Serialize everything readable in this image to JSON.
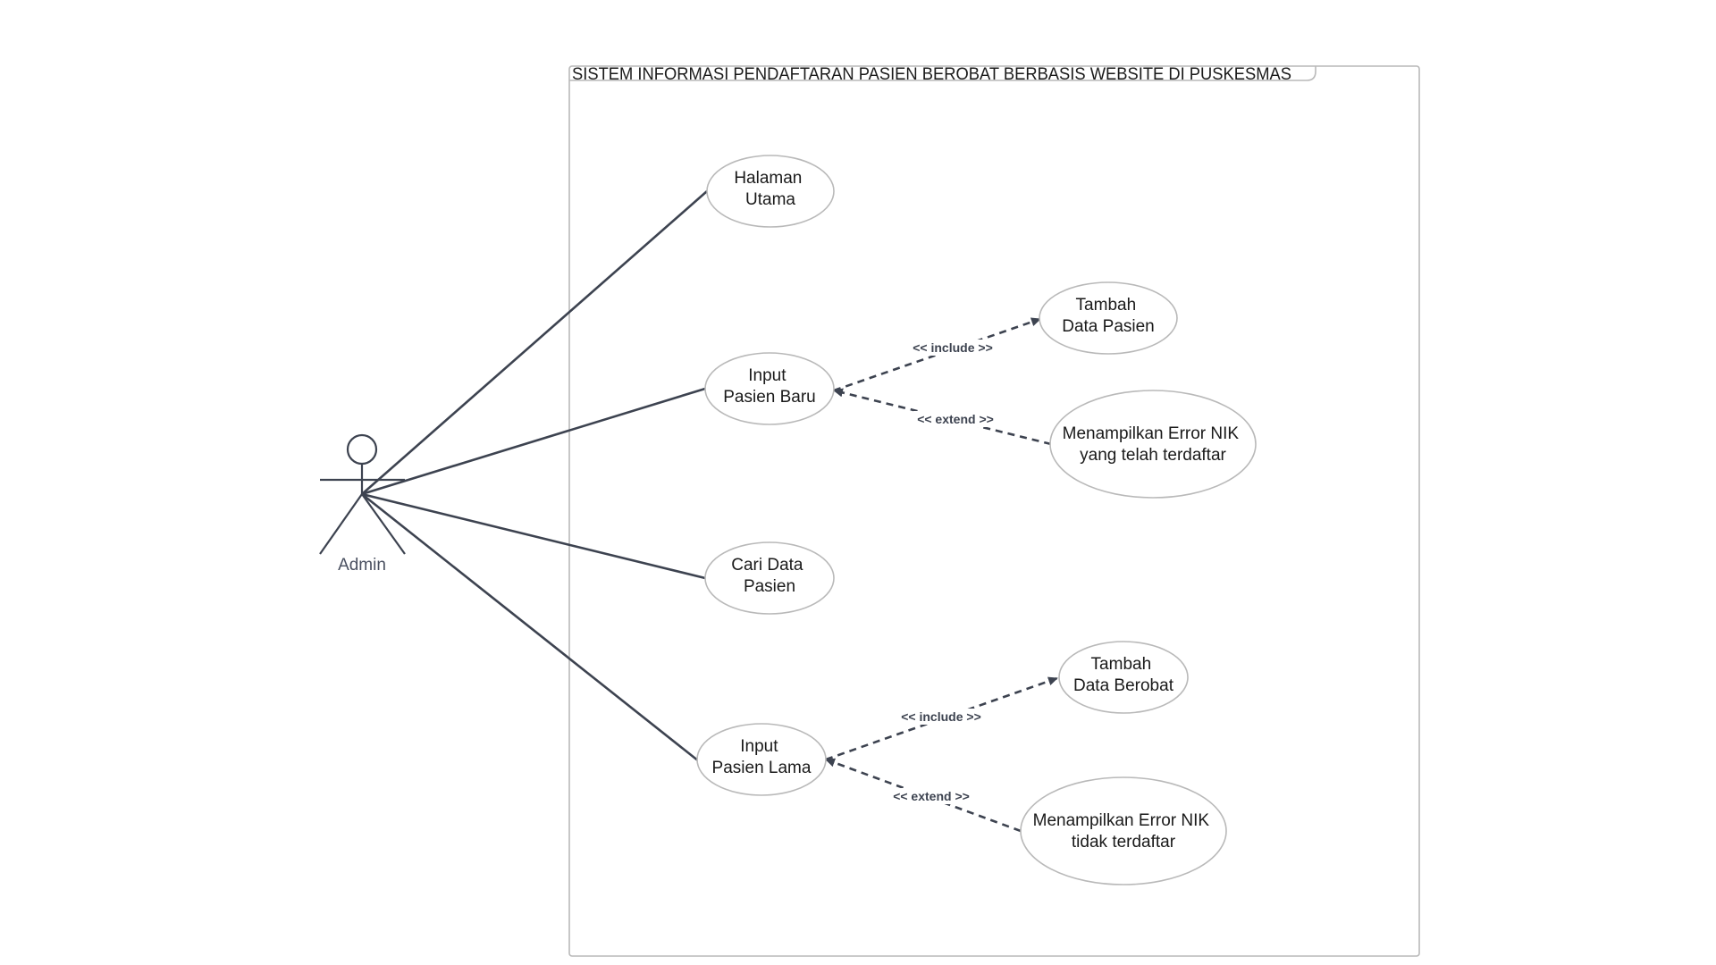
{
  "system": {
    "title": "SISTEM INFORMASI PENDAFTARAN PASIEN BEROBAT BERBASIS WEBSITE DI PUSKESMAS"
  },
  "actor": {
    "label": "Admin"
  },
  "use_cases": {
    "halaman_utama": {
      "lines": [
        "Halaman",
        "Utama"
      ]
    },
    "input_pasien_baru": {
      "lines": [
        "Input",
        "Pasien Baru"
      ]
    },
    "cari_data_pasien": {
      "lines": [
        "Cari Data",
        "Pasien"
      ]
    },
    "input_pasien_lama": {
      "lines": [
        "Input",
        "Pasien Lama"
      ]
    },
    "tambah_data_pasien": {
      "lines": [
        "Tambah",
        "Data Pasien"
      ]
    },
    "error_nik_terdaftar": {
      "lines": [
        "Menampilkan Error NIK",
        "yang telah terdaftar"
      ]
    },
    "tambah_data_berobat": {
      "lines": [
        "Tambah",
        "Data Berobat"
      ]
    },
    "error_nik_tidak_terdaftar": {
      "lines": [
        "Menampilkan Error NIK",
        "tidak terdaftar"
      ]
    }
  },
  "relations": {
    "include_label": "<< include >>",
    "extend_label": "<< extend >>",
    "items": [
      {
        "from": "actor",
        "to": "halaman_utama",
        "kind": "association"
      },
      {
        "from": "actor",
        "to": "input_pasien_baru",
        "kind": "association"
      },
      {
        "from": "actor",
        "to": "cari_data_pasien",
        "kind": "association"
      },
      {
        "from": "actor",
        "to": "input_pasien_lama",
        "kind": "association"
      },
      {
        "from": "input_pasien_baru",
        "to": "tambah_data_pasien",
        "kind": "include"
      },
      {
        "from": "error_nik_terdaftar",
        "to": "input_pasien_baru",
        "kind": "extend"
      },
      {
        "from": "input_pasien_lama",
        "to": "tambah_data_berobat",
        "kind": "include"
      },
      {
        "from": "error_nik_tidak_terdaftar",
        "to": "input_pasien_lama",
        "kind": "extend"
      }
    ]
  },
  "colors": {
    "line": "#3d4350",
    "shape_border": "#b9b9b9",
    "text": "#1a1a1a",
    "background": "#ffffff"
  }
}
